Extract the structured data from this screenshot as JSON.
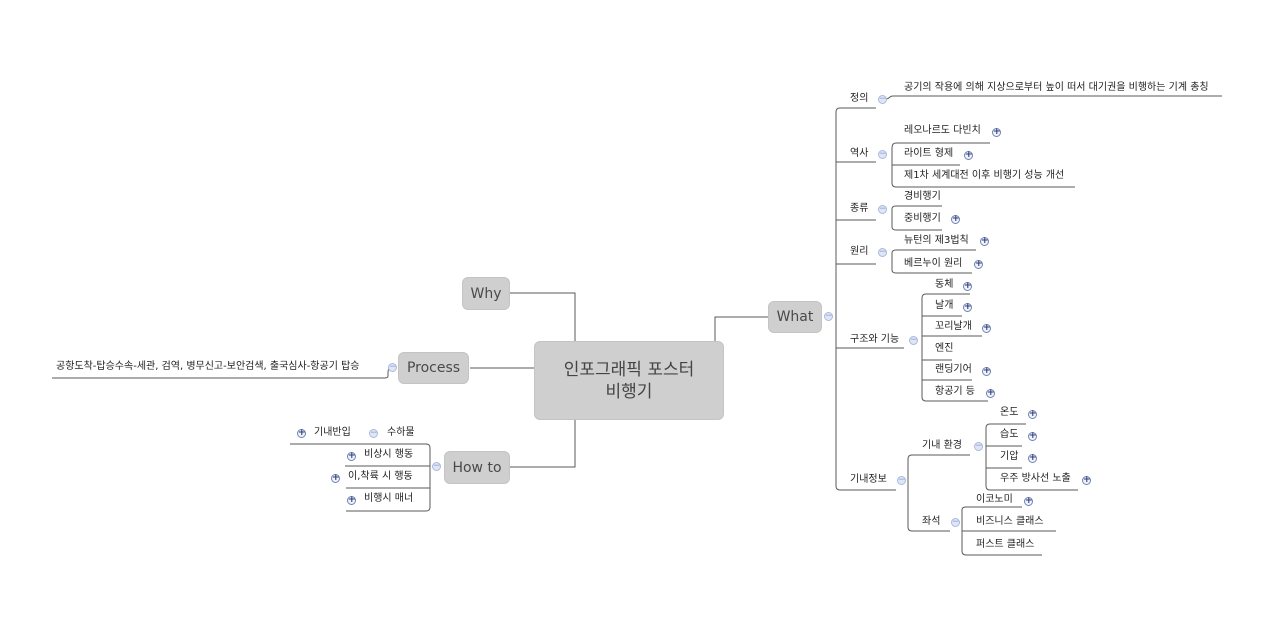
{
  "central": {
    "line1": "인포그래픽 포스터",
    "line2": "비행기"
  },
  "main_topics": {
    "why": "Why",
    "process": "Process",
    "how_to": "How to",
    "what": "What"
  },
  "process": {
    "steps": "공항도착-탑승수속-세관, 검역, 병무신고-보안검색, 출국심사-항공기 탑승"
  },
  "how_to": {
    "items": [
      {
        "label": "수하물",
        "state": "collapse",
        "child": {
          "label": "기내반입",
          "state": "expand"
        }
      },
      {
        "label": "비상시 행동",
        "state": "expand"
      },
      {
        "label": "이,착륙 시 행동",
        "state": "expand"
      },
      {
        "label": "비행시 매너",
        "state": "expand"
      }
    ]
  },
  "what": {
    "definition": {
      "label": "정의",
      "text": "공기의 작용에 의해 지상으로부터 높이 떠서 대기권을 비행하는 기계 총칭"
    },
    "history": {
      "label": "역사",
      "items": [
        "레오나르도 다빈치",
        "라이트 형제",
        "제1차 세계대전 이후 비행기 성능 개선"
      ]
    },
    "types": {
      "label": "종류",
      "items": [
        "경비행기",
        "중비행기"
      ]
    },
    "principle": {
      "label": "원리",
      "items": [
        "뉴턴의 제3법칙",
        "베르누이 원리"
      ]
    },
    "structure": {
      "label": "구조와 기능",
      "items": [
        "동체",
        "날개",
        "꼬리날개",
        "엔진",
        "랜딩기어",
        "항공기 등"
      ]
    },
    "cabin_info": {
      "label": "기내정보",
      "environment": {
        "label": "기내 환경",
        "items": [
          "온도",
          "습도",
          "기압",
          "우주 방사선 노출"
        ]
      },
      "seats": {
        "label": "좌석",
        "items": [
          "이코노미",
          "비즈니스 클래스",
          "퍼스트 클래스"
        ]
      }
    }
  },
  "colors": {
    "topic_fill": "#cfcfcf",
    "line": "#555555",
    "toggle_minus": "#dfe6f7",
    "toggle_plus_border": "#6f82b3"
  }
}
